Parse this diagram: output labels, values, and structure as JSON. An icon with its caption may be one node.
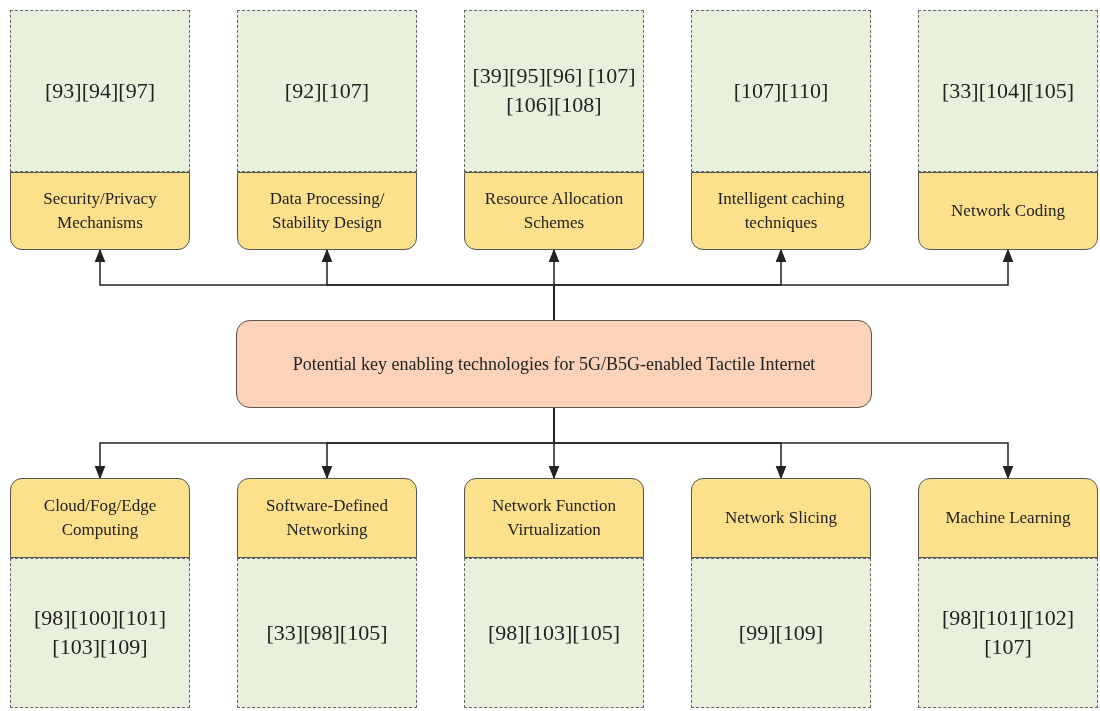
{
  "diagram": {
    "nodes": [
      {
        "text": [
          "[93][94][97]"
        ]
      },
      {
        "text": [
          "[92][107]"
        ]
      },
      {
        "text": [
          "[39][95][96] [107][106][108]"
        ]
      },
      {
        "text": [
          "[107][110]"
        ]
      },
      {
        "text": [
          "[33][104][105]"
        ]
      },
      {
        "text": [
          "Security/Privacy Mechanisms"
        ]
      },
      {
        "text": [
          "Data Processing/ Stability Design"
        ]
      },
      {
        "text": [
          "Resource Allocation Schemes"
        ]
      },
      {
        "text": [
          "Intelligent caching techniques"
        ]
      },
      {
        "text": [
          "Network Coding"
        ]
      },
      {
        "text": [
          "Potential key enabling technologies for 5G/B5G-enabled Tactile Internet"
        ]
      },
      {
        "text": [
          "Cloud/Fog/Edge Computing"
        ]
      },
      {
        "text": [
          "Software-Defined Networking"
        ]
      },
      {
        "text": [
          "Network Function Virtualization"
        ]
      },
      {
        "text": [
          "Network Slicing"
        ]
      },
      {
        "text": [
          "Machine Learning"
        ]
      },
      {
        "text": [
          "[98][100][101] [103][109]"
        ]
      },
      {
        "text": [
          "[33][98][105]"
        ]
      },
      {
        "text": [
          "[98][103][105]"
        ]
      },
      {
        "text": [
          "[99][109]"
        ]
      },
      {
        "text": [
          "[98][101][102] [107]"
        ]
      }
    ],
    "edges": [
      {
        "from": 10,
        "to": 5,
        "arrow": "to"
      },
      {
        "from": 10,
        "to": 6,
        "arrow": "to"
      },
      {
        "from": 10,
        "to": 7,
        "arrow": "to"
      },
      {
        "from": 10,
        "to": 8,
        "arrow": "to"
      },
      {
        "from": 10,
        "to": 9,
        "arrow": "to"
      },
      {
        "from": 10,
        "to": 11,
        "arrow": "to"
      },
      {
        "from": 10,
        "to": 12,
        "arrow": "to"
      },
      {
        "from": 10,
        "to": 13,
        "arrow": "to"
      },
      {
        "from": 10,
        "to": 14,
        "arrow": "to"
      },
      {
        "from": 10,
        "to": 15,
        "arrow": "to"
      }
    ]
  }
}
